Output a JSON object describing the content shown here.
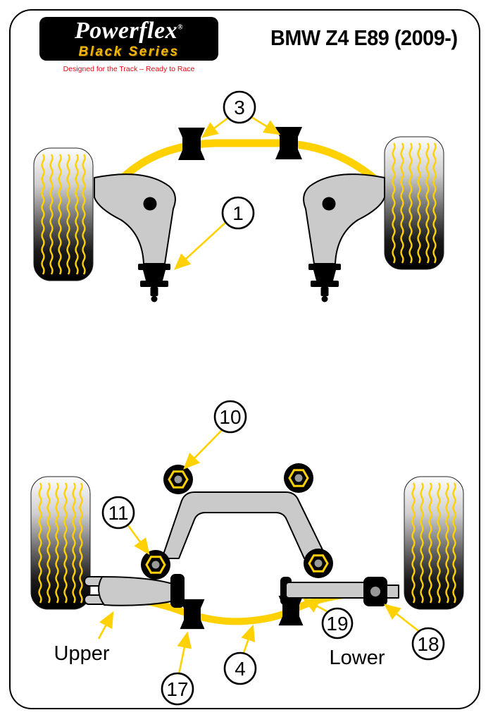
{
  "header": {
    "brand": "Powerflex",
    "registered": "®",
    "series": "Black Series",
    "tagline": "Designed for the Track – Ready to Race",
    "title": "BMW Z4 E89 (2009-)"
  },
  "callouts": {
    "front_arb_bush": "3",
    "front_arm_bush": "1",
    "rear_subframe_front": "10",
    "rear_subframe_rear": "11",
    "rear_arb_clamp": "17",
    "rear_arb": "4",
    "rear_lower_arm_inner": "19",
    "rear_lower_arm_outer": "18"
  },
  "labels": {
    "upper": "Upper",
    "lower": "Lower"
  },
  "colors": {
    "powerflex_yellow": "#FFD100",
    "tagline_red": "#E30613",
    "series_gold": "#F2B705",
    "part_gray": "#CACACA",
    "black": "#000000"
  }
}
